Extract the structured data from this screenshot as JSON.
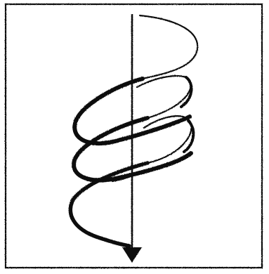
{
  "figure": {
    "type": "helix-with-axis-arrow",
    "turns": 3,
    "arrow_direction": "down",
    "colors": {
      "ink": "#111111",
      "paper": "#ffffff"
    }
  }
}
